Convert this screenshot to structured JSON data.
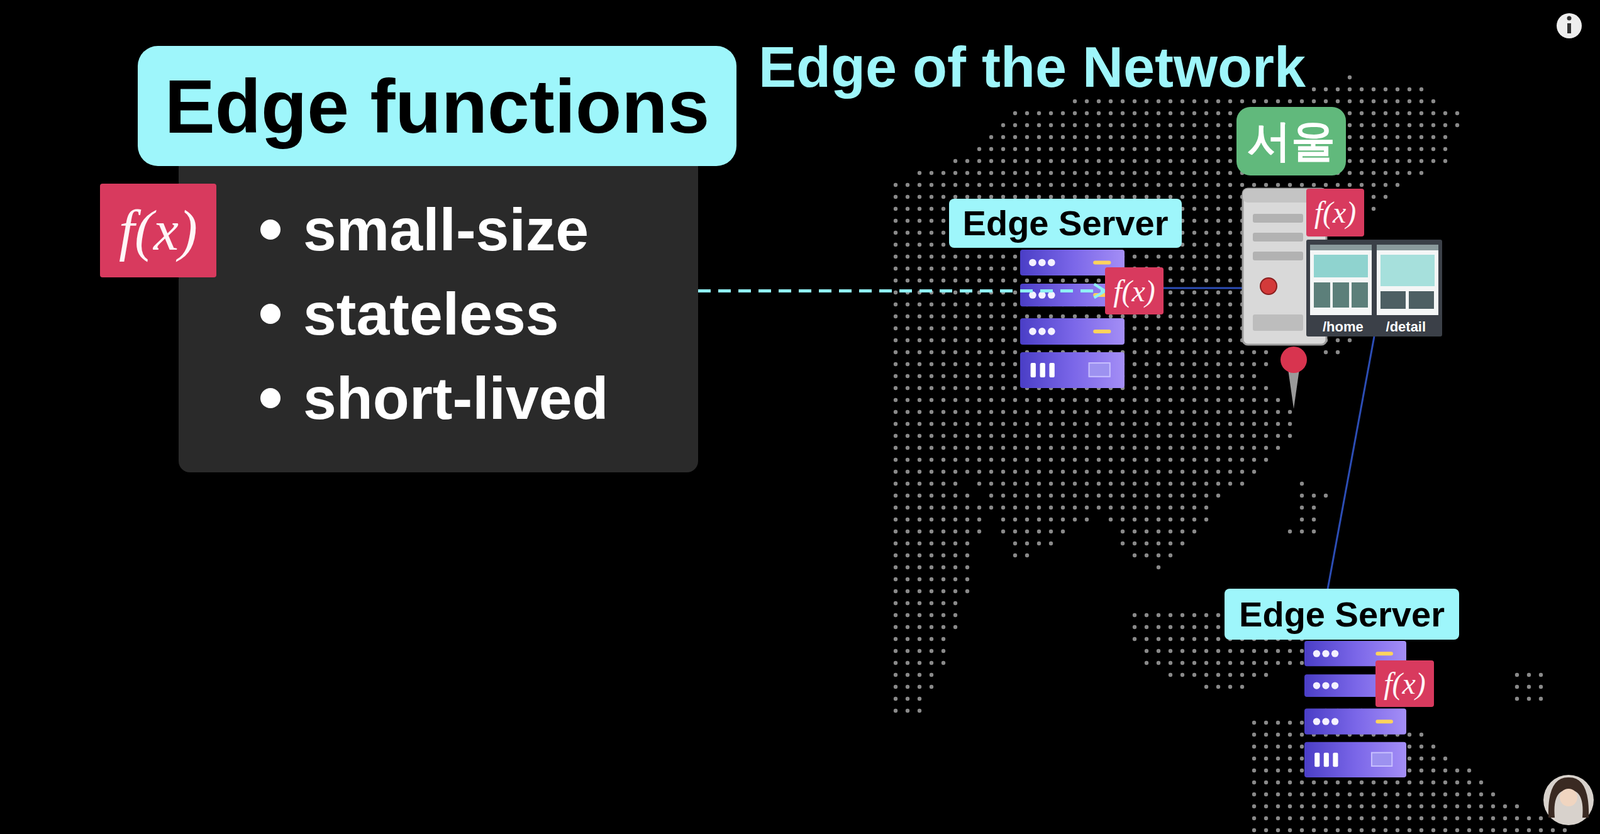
{
  "diagram": {
    "title": "Edge of the Network",
    "nodes": [
      {
        "text": [
          "Edge functions"
        ]
      },
      {
        "text": [
          "small-size",
          "stateless",
          "short-lived"
        ]
      },
      {
        "text": [
          "f(x)"
        ]
      },
      {
        "text": [
          "Edge Server"
        ]
      },
      {
        "text": [
          "f(x)"
        ]
      },
      {
        "text": [
          "서울"
        ]
      },
      {
        "text": [
          "f(x)"
        ]
      },
      {
        "text": [
          "/home",
          "/detail"
        ]
      },
      {
        "text": [
          "Edge Server"
        ]
      },
      {
        "text": [
          "f(x)"
        ]
      }
    ],
    "edges": [
      {
        "from": 1,
        "to": 4,
        "arrow": "to"
      },
      {
        "from": 4,
        "to": 7,
        "arrow": "none"
      },
      {
        "from": 7,
        "to": 8,
        "arrow": "none"
      }
    ]
  }
}
